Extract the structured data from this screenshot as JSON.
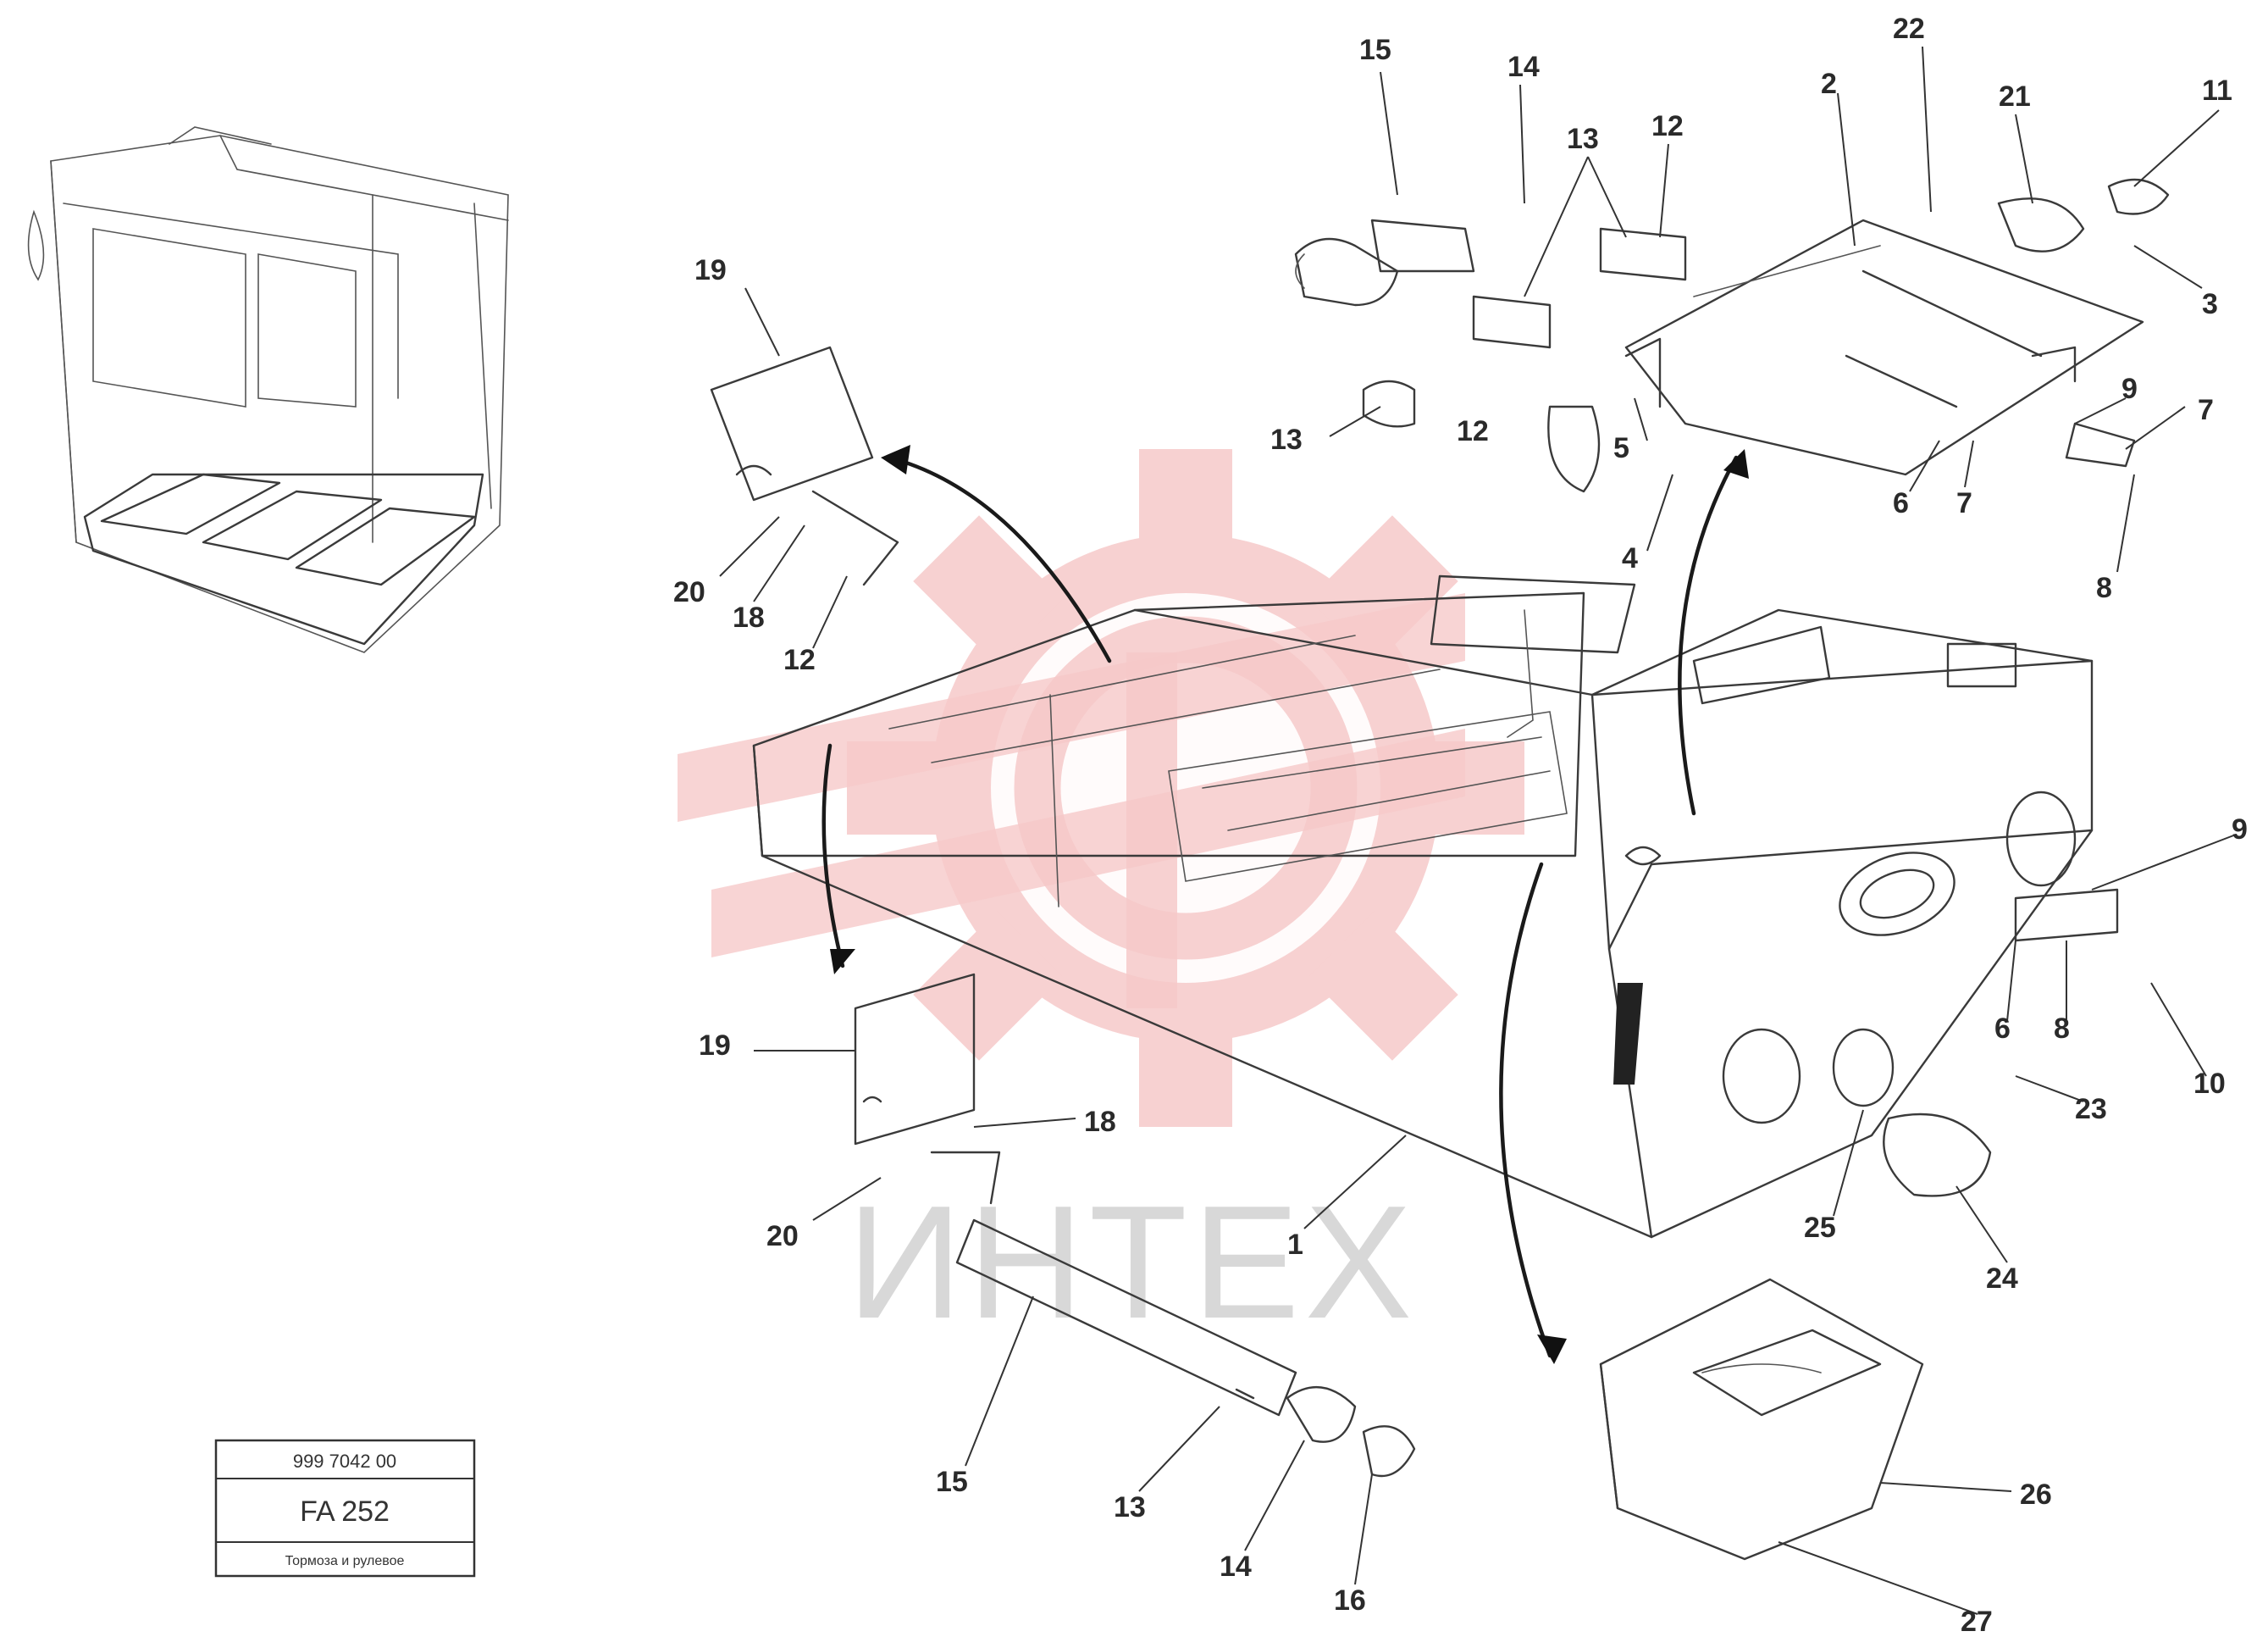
{
  "watermark": {
    "text": "ИНТЕХ",
    "gear_color": "#f6c9c9"
  },
  "stamp": {
    "line1": "999 7042 00",
    "line2": "FA 252",
    "line3": "Тормоза и рулевое"
  },
  "callouts": [
    {
      "id": "c1",
      "label": "15"
    },
    {
      "id": "c2",
      "label": "14"
    },
    {
      "id": "c3",
      "label": "13"
    },
    {
      "id": "c4",
      "label": "12"
    },
    {
      "id": "c5",
      "label": "22"
    },
    {
      "id": "c6",
      "label": "2"
    },
    {
      "id": "c7",
      "label": "21"
    },
    {
      "id": "c8",
      "label": "11"
    },
    {
      "id": "c9",
      "label": "3"
    },
    {
      "id": "c10",
      "label": "19"
    },
    {
      "id": "c11",
      "label": "13"
    },
    {
      "id": "c12",
      "label": "5"
    },
    {
      "id": "c13",
      "label": "4"
    },
    {
      "id": "c14",
      "label": "6"
    },
    {
      "id": "c15",
      "label": "7"
    },
    {
      "id": "c16",
      "label": "9"
    },
    {
      "id": "c17",
      "label": "7"
    },
    {
      "id": "c18",
      "label": "8"
    },
    {
      "id": "c19",
      "label": "20"
    },
    {
      "id": "c20",
      "label": "18"
    },
    {
      "id": "c21",
      "label": "12"
    },
    {
      "id": "c22",
      "label": "12"
    },
    {
      "id": "c23",
      "label": "9"
    },
    {
      "id": "c24",
      "label": "19"
    },
    {
      "id": "c25",
      "label": "18"
    },
    {
      "id": "c26",
      "label": "20"
    },
    {
      "id": "c27",
      "label": "1"
    },
    {
      "id": "c28",
      "label": "6"
    },
    {
      "id": "c29",
      "label": "8"
    },
    {
      "id": "c30",
      "label": "10"
    },
    {
      "id": "c31",
      "label": "23"
    },
    {
      "id": "c32",
      "label": "25"
    },
    {
      "id": "c33",
      "label": "24"
    },
    {
      "id": "c34",
      "label": "15"
    },
    {
      "id": "c35",
      "label": "13"
    },
    {
      "id": "c36",
      "label": "14"
    },
    {
      "id": "c37",
      "label": "16"
    },
    {
      "id": "c38",
      "label": "26"
    },
    {
      "id": "c39",
      "label": "27"
    }
  ]
}
